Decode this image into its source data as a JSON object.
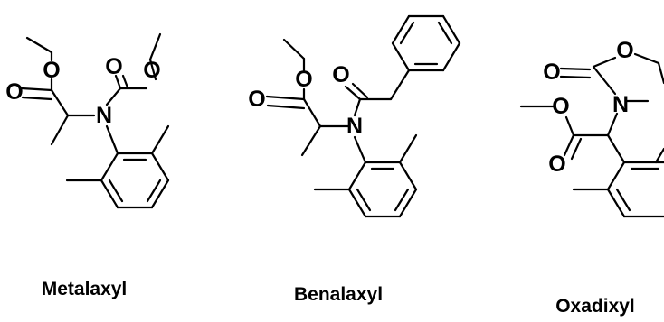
{
  "molecules": [
    {
      "name": "Metalaxyl",
      "atoms": [
        {
          "id": 1,
          "symbol": "O"
        },
        {
          "id": 2,
          "symbol": "O"
        },
        {
          "id": 3,
          "symbol": "O"
        },
        {
          "id": 4,
          "symbol": "O"
        },
        {
          "id": 5,
          "symbol": "N"
        }
      ]
    },
    {
      "name": "Benalaxyl",
      "atoms": [
        {
          "id": 1,
          "symbol": "O"
        },
        {
          "id": 2,
          "symbol": "O"
        },
        {
          "id": 3,
          "symbol": "O"
        },
        {
          "id": 4,
          "symbol": "N"
        }
      ]
    },
    {
      "name": "Oxadixyl",
      "atoms": [
        {
          "id": 1,
          "symbol": "O"
        },
        {
          "id": 2,
          "symbol": "O"
        },
        {
          "id": 3,
          "symbol": "N"
        },
        {
          "id": 4,
          "symbol": "O"
        },
        {
          "id": 5,
          "symbol": "O"
        }
      ]
    }
  ]
}
